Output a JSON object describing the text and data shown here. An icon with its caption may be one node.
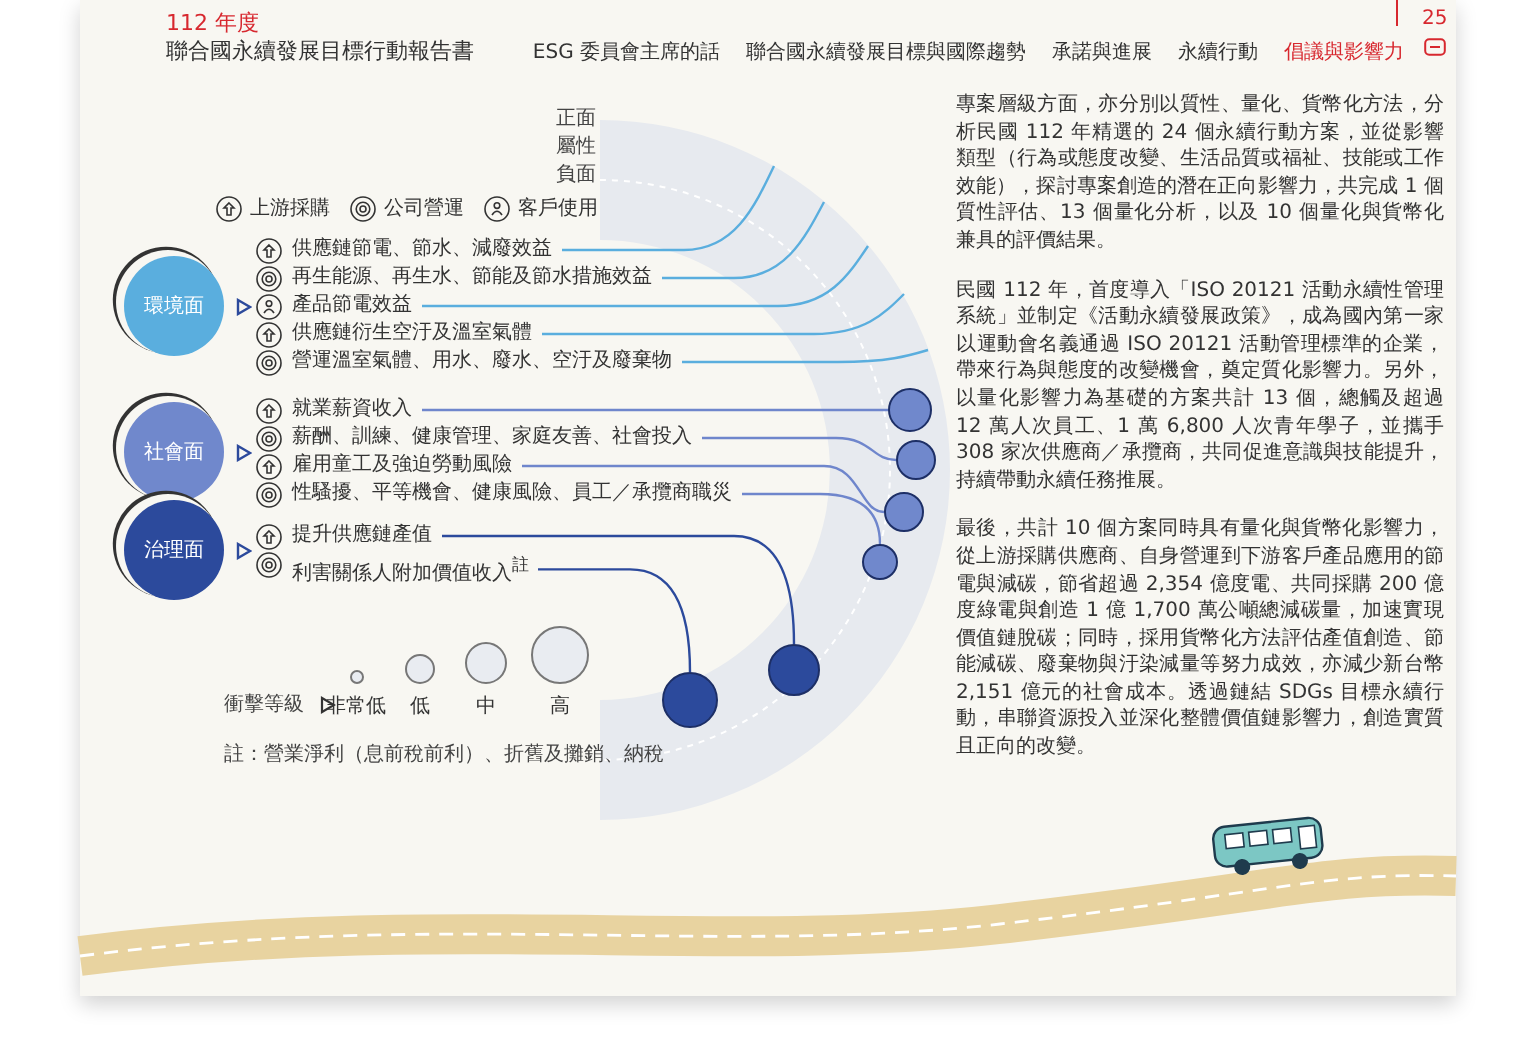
{
  "diagram": {
    "nodes": [
      {
        "text": [
          "環境面"
        ]
      },
      {
        "text": [
          "社會面"
        ]
      },
      {
        "text": [
          "治理面"
        ]
      },
      {
        "text": [
          "供應鏈節電、節水、減廢效益"
        ]
      },
      {
        "text": [
          "再生能源、再生水、節能及節水措施效益"
        ]
      },
      {
        "text": [
          "產品節電效益"
        ]
      },
      {
        "text": [
          "供應鏈衍生空汙及溫室氣體"
        ]
      },
      {
        "text": [
          "營運溫室氣體、用水、廢水、空汙及廢棄物"
        ]
      },
      {
        "text": [
          "就業薪資收入"
        ]
      },
      {
        "text": [
          "薪酬、訓練、健康管理、家庭友善、社會投入"
        ]
      },
      {
        "text": [
          "雇用童工及強迫勞動風險"
        ]
      },
      {
        "text": [
          "性騷擾、平等機會、健康風險、員工／承攬商職災"
        ]
      },
      {
        "text": [
          "提升供應鏈產值"
        ]
      },
      {
        "text": [
          "利害關係人附加價值收入$^{註}$"
        ]
      },
      {
        "text": [],
        "shape": "circle"
      },
      {
        "text": [],
        "shape": "circle"
      },
      {
        "text": [],
        "shape": "circle"
      },
      {
        "text": [],
        "shape": "circle"
      },
      {
        "text": [],
        "shape": "circle"
      },
      {
        "text": [],
        "shape": "circle"
      }
    ],
    "edges": [
      {
        "from": 3,
        "to": null,
        "arrow": "none"
      },
      {
        "from": 4,
        "to": null,
        "arrow": "none"
      },
      {
        "from": 5,
        "to": null,
        "arrow": "none"
      },
      {
        "from": 6,
        "to": null,
        "arrow": "none"
      },
      {
        "from": 7,
        "to": null,
        "arrow": "none"
      },
      {
        "from": 8,
        "to": 14,
        "arrow": "none",
        "color": "#6f86cc"
      },
      {
        "from": 9,
        "to": 15,
        "arrow": "none",
        "color": "#6f86cc"
      },
      {
        "from": 10,
        "to": 16,
        "arrow": "none",
        "color": "#6f86cc"
      },
      {
        "from": 11,
        "to": 17,
        "arrow": "none",
        "color": "#6f86cc"
      },
      {
        "from": 12,
        "to": 18,
        "arrow": "none",
        "color": "#2c4a9c"
      },
      {
        "from": 13,
        "to": 19,
        "arrow": "none",
        "color": "#2c4a9c"
      }
    ],
    "labels": [
      "112 年度",
      "聯合國永續發展目標行動報告書",
      "ESG 委員會主席的話",
      "聯合國永續發展目標與國際趨勢",
      "承諾與進展",
      "永續行動",
      "倡議與影響力",
      "25",
      "正面",
      "屬性",
      "負面",
      "衝擊等級",
      "註：營業淨利（息前稅前利）、折舊及攤銷、納稅",
      "專案層級方面，亦分別以質性、量化、貨幣化方法，分析民國 112 年精選的 24 個永續行動方案，並從影響類型（行為或態度改變、生活品質或福祉、技能或工作效能），探討專案創造的潛在正向影響力，共完成 1 個質性評估、13 個量化分析，以及 10 個量化與貨幣化兼具的評價結果。",
      "民國 112 年，首度導入「ISO 20121 活動永續性管理系統」並制定《活動永續發展政策》，成為國內第一家以運動會名義通過 ISO 20121 活動管理標準的企業，帶來行為與態度的改變機會，奠定質化影響力。另外，以量化影響力為基礎的方案共計 13 個，總觸及超過 12 萬人次員工、1 萬 6,800 人次青年學子，並攜手 308 家次供應商／承攬商，共同促進意識與技能提升，持續帶動永續任務推展。",
      "最後，共計 10 個方案同時具有量化與貨幣化影響力，從上游採購供應商、自身營運到下游客戶產品應用的節電與減碳，節省超過 2,354 億度電、共同採購 200 億度綠電與創造 1 億 1,700 萬公噸總減碳量，加速實現價值鏈脫碳；同時，採用貨幣化方法評估產值創造、節能減碳、廢棄物與汙染減量等努力成效，亦減少新台幣 2,151 億元的社會成本。透過鏈結 SDGs 目標永續行動，串聯資源投入並深化整體價值鏈影響力，創造實質且正向的改變。"
    ],
    "legend": [
      {
        "text": "上游採購"
      },
      {
        "text": "公司營運"
      },
      {
        "text": "客戶使用"
      },
      {
        "text": "非常低"
      },
      {
        "text": "低"
      },
      {
        "text": "中"
      },
      {
        "text": "高"
      }
    ]
  }
}
